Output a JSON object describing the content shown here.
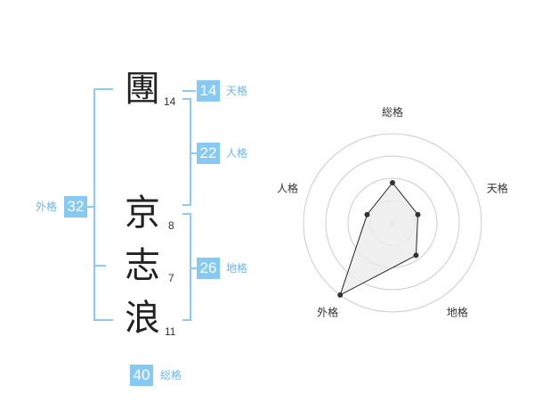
{
  "characters": [
    {
      "char": "團",
      "strokes": "14"
    },
    {
      "char": "京",
      "strokes": "8"
    },
    {
      "char": "志",
      "strokes": "7"
    },
    {
      "char": "浪",
      "strokes": "11"
    }
  ],
  "kaku": {
    "tenkaku": {
      "value": "14",
      "label": "天格"
    },
    "jinkaku": {
      "value": "22",
      "label": "人格"
    },
    "chikaku": {
      "value": "26",
      "label": "地格"
    },
    "gaikaku": {
      "value": "32",
      "label": "外格"
    },
    "soukaku": {
      "value": "40",
      "label": "総格"
    }
  },
  "radar": {
    "axes": [
      "総格",
      "天格",
      "地格",
      "外格",
      "人格"
    ],
    "values": [
      0.45,
      0.3,
      0.45,
      1.0,
      0.3
    ],
    "rings": 4,
    "colors": {
      "ring": "#cccccc",
      "fill": "#ececec",
      "stroke": "#222222",
      "point": "#333333"
    }
  },
  "colors": {
    "accent": "#86c9f2",
    "label": "#6fb6e8",
    "line": "#8ccbf3"
  }
}
